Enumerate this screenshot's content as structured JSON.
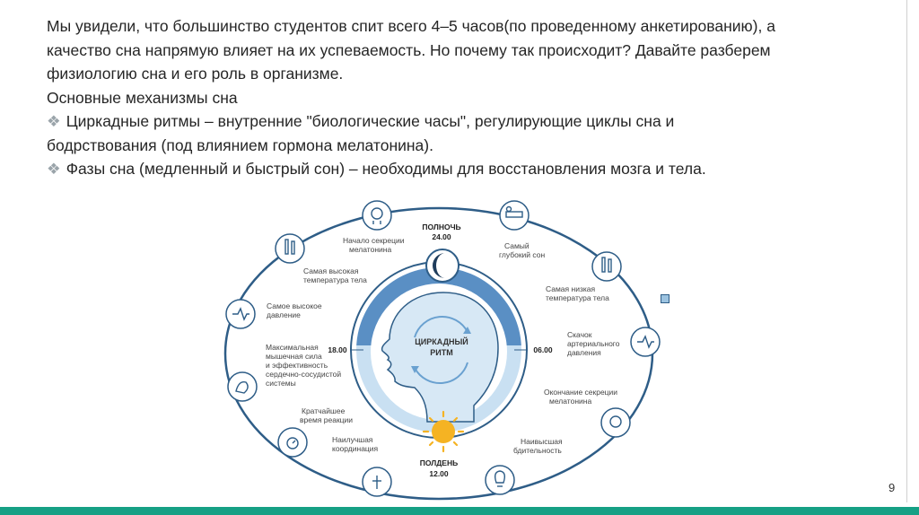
{
  "slide": {
    "paragraph_lines": [
      "Мы увидели, что большинство студентов спит всего 4–5 часов(по проведенному анкетированию), а",
      "качество сна напрямую влияет на их успеваемость. Но почему так происходит? Давайте разберем",
      "физиологию сна и его роль в организме."
    ],
    "subheading": "Основные механизмы сна",
    "bullet_symbol": "❖",
    "bullet1_lines": [
      "Циркадные ритмы – внутренние \"биологические часы\", регулирующие циклы сна и",
      "бодрствования (под влиянием гормона мелатонина)."
    ],
    "bullet2": "Фазы сна (медленный и быстрый сон) – необходимы для восстановления мозга и тела.",
    "page_number": "9"
  },
  "diagram": {
    "center_label": [
      "ЦИРКАДНЫЙ",
      "РИТМ"
    ],
    "top": [
      "ПОЛНОЧЬ",
      "24.00"
    ],
    "bottom": [
      "ПОЛДЕНЬ",
      "12.00"
    ],
    "left_time": "18.00",
    "right_time": "06.00",
    "labels": {
      "melatonin_start": [
        "Начало секреции",
        "мелатонина"
      ],
      "deepest_sleep": [
        "Самый",
        "глубокий сон"
      ],
      "highest_temp": [
        "Самая высокая",
        "температура тела"
      ],
      "lowest_temp": [
        "Самая низкая",
        "температура тела"
      ],
      "highest_pressure": [
        "Самое высокое",
        "давление"
      ],
      "pressure_jump": [
        "Скачок",
        "артериального",
        "давления"
      ],
      "max_strength": [
        "Максимальная",
        "мышечная сила",
        "и эффективность",
        "сердечно-сосудистой",
        "системы"
      ],
      "melatonin_end": [
        "Окончание секреции",
        "мелатонина"
      ],
      "fastest_reaction": [
        "Кратчайшее",
        "время реакции"
      ],
      "best_coordination": [
        "Наилучшая",
        "координация"
      ],
      "highest_alertness": [
        "Наивысшая",
        "бдительность"
      ]
    },
    "colors": {
      "ring": "#2e5d87",
      "night": "#5a8fc4",
      "day": "#c9e0f2",
      "sun": "#f5b323",
      "moon": "#1f3d5c"
    }
  }
}
